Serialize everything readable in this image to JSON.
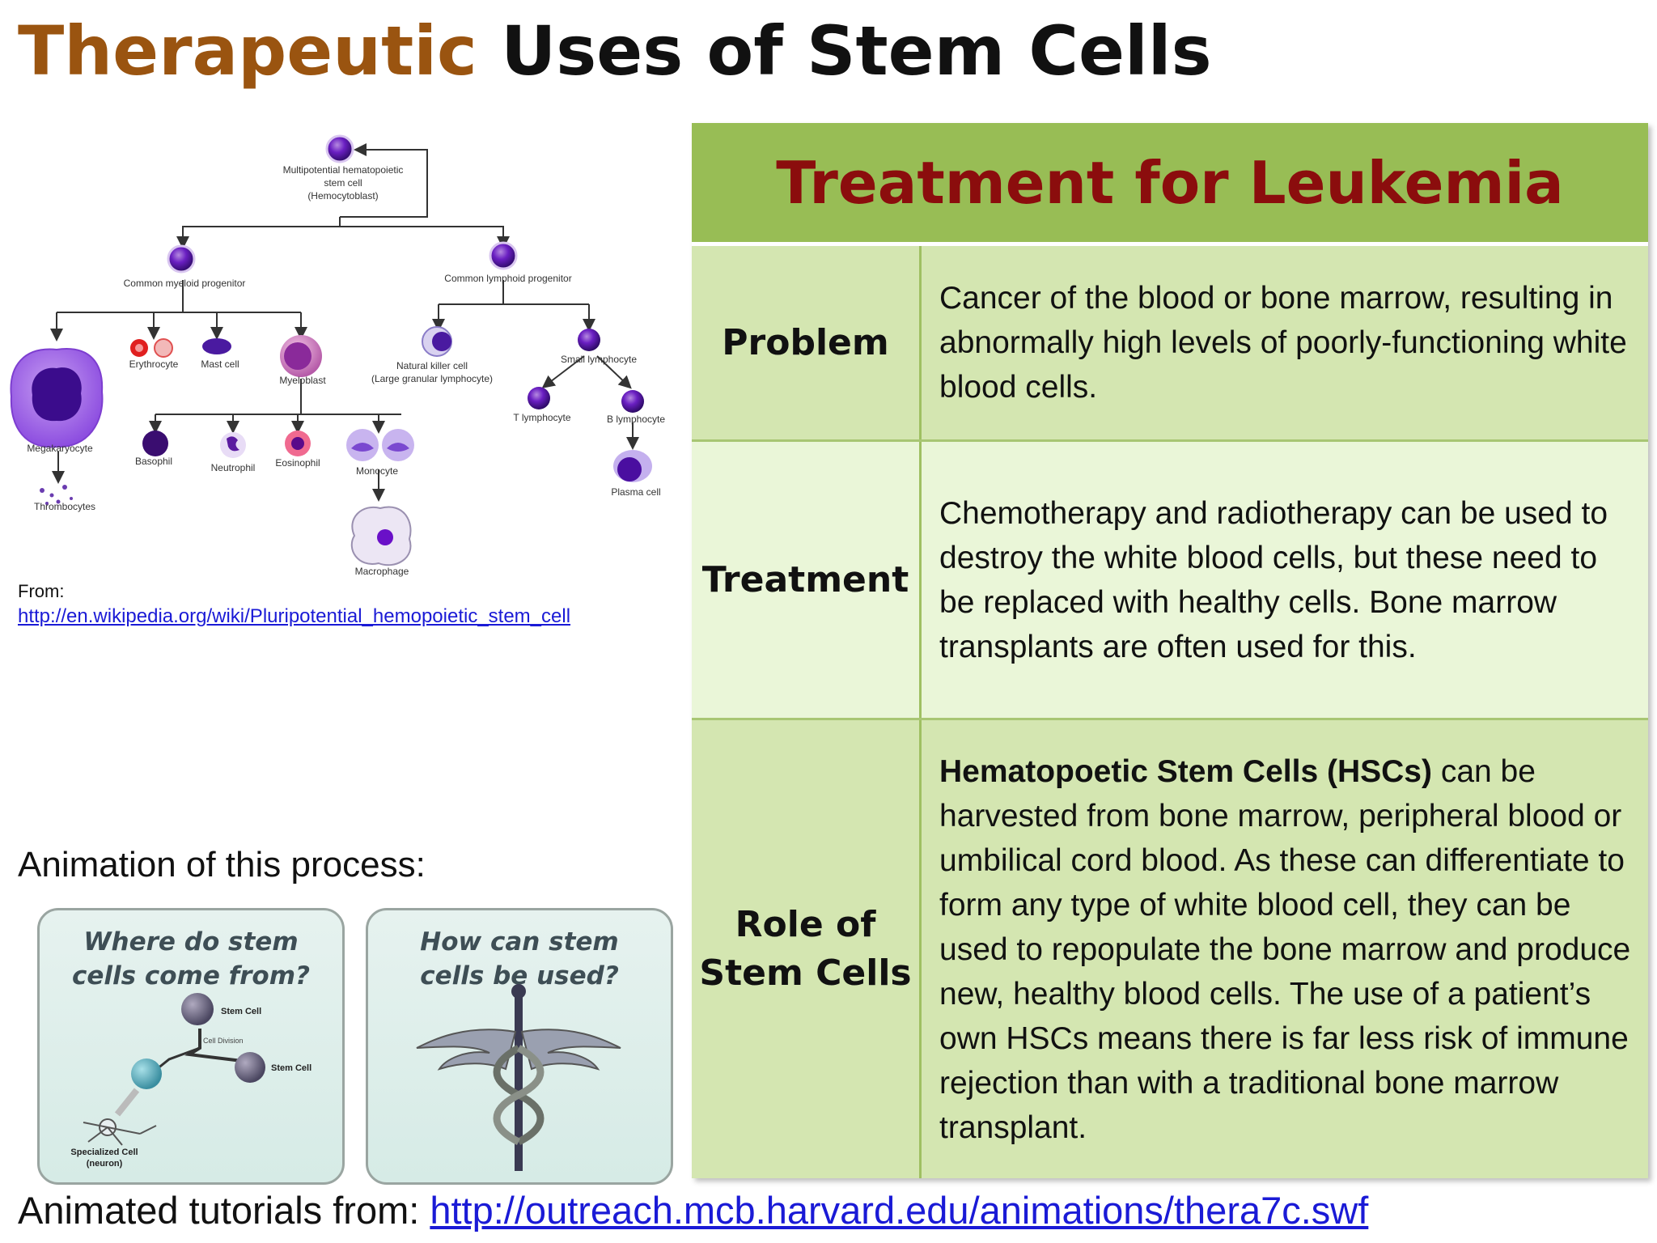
{
  "title": {
    "accent": "Therapeutic",
    "rest": "Uses of Stem Cells"
  },
  "diagram": {
    "labels": {
      "hsc": [
        "Multipotential hematopoietic",
        "stem cell",
        "(Hemocytoblast)"
      ],
      "myeloid": "Common myeloid progenitor",
      "lymphoid": "Common lymphoid progenitor",
      "erythrocyte": "Erythrocyte",
      "mast": "Mast cell",
      "myeloblast": "Myeloblast",
      "nk": [
        "Natural killer cell",
        "(Large granular lymphocyte)"
      ],
      "small_lymph": "Small lymphocyte",
      "t_lymph": "T lymphocyte",
      "b_lymph": "B lymphocyte",
      "megakaryocyte": "Megakaryocyte",
      "thrombocytes": "Thrombocytes",
      "basophil": "Basophil",
      "neutrophil": "Neutrophil",
      "eosinophil": "Eosinophil",
      "monocyte": "Monocyte",
      "macrophage": "Macrophage",
      "plasma": "Plasma cell"
    }
  },
  "source": {
    "from_label": "From:",
    "url": "http://en.wikipedia.org/wiki/Pluripotential_hemopoietic_stem_cell"
  },
  "animation": {
    "label": "Animation of this process:",
    "thumb1": {
      "caption_line1": "Where do stem",
      "caption_line2": "cells come from?",
      "stem_cell": "Stem Cell",
      "division": "Cell Division",
      "stem_cell2": "Stem Cell",
      "specialized": "Specialized Cell",
      "neuron": "(neuron)"
    },
    "thumb2": {
      "caption_line1": "How can stem",
      "caption_line2": "cells be used?"
    }
  },
  "footer": {
    "prefix": "Animated tutorials from: ",
    "url": "http://outreach.mcb.harvard.edu/animations/thera7c.swf"
  },
  "table": {
    "header": "Treatment for Leukemia",
    "rows": [
      {
        "label": "Problem",
        "text": "Cancer of the blood or bone marrow, resulting in abnormally high levels of poorly-functioning white blood cells."
      },
      {
        "label": "Treatment",
        "text": "Chemotherapy and radiotherapy can be used to destroy the white blood cells, but these need to be replaced with healthy cells. Bone marrow transplants are often used for this."
      },
      {
        "label_line1": "Role of",
        "label_line2": "Stem Cells",
        "bold_text": "Hematopoetic Stem Cells (HSCs)",
        "text": " can be harvested from bone marrow, peripheral blood or umbilical cord blood. As these can differentiate to form any type of white blood cell, they can be used to repopulate the bone marrow and produce new, healthy blood cells. The use of a patient’s own HSCs means there is far less risk of immune rejection than with a traditional bone marrow transplant."
      }
    ]
  },
  "colors": {
    "title_accent": "#9a5410",
    "table_header_bg": "#98bd55",
    "table_header_text": "#8b0d0d",
    "row_dark": "#d4e6b1",
    "row_light": "#eaf6d8",
    "link": "#1a1ad6",
    "cell_purple": "#5a1aa0"
  }
}
